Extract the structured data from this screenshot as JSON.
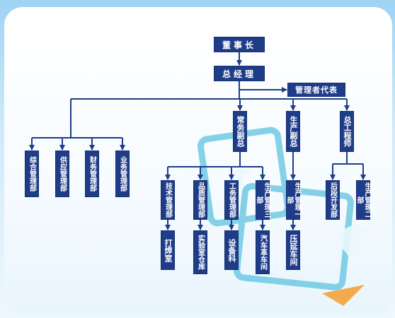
{
  "diagram": {
    "chairman": "董事长",
    "general_manager": "总经理",
    "management_rep": "管理者代表",
    "exec_deputy": "常务副总",
    "prod_deputy": "生产副总",
    "chief_engineer": "总工程师",
    "departments": {
      "general_mgmt": "综合管理部",
      "supply_mgmt": "供应管理部",
      "finance_mgmt": "财务管理部",
      "business_mgmt": "业务管理部"
    },
    "exec_units": {
      "tech_mgmt": "技术管理部",
      "quality_mgmt": "品质管理部",
      "works_mgmt": "工务管理部",
      "prod_mgmt_3": "生产管理三部"
    },
    "prod_unit": "生产管理一部",
    "eng_units": {
      "rnd": "后段开发部",
      "prod_mgmt_2": "生产管理二部"
    },
    "workshops": {
      "welding": "打焊室",
      "lab_store": "实验室仓库",
      "equipment": "设备科",
      "car_bumper": "汽车革车间",
      "calender": "压延车间"
    },
    "line_color": "#1f3c88",
    "box_color": "#1f3c88",
    "decor_color": "#5fc3e0"
  }
}
